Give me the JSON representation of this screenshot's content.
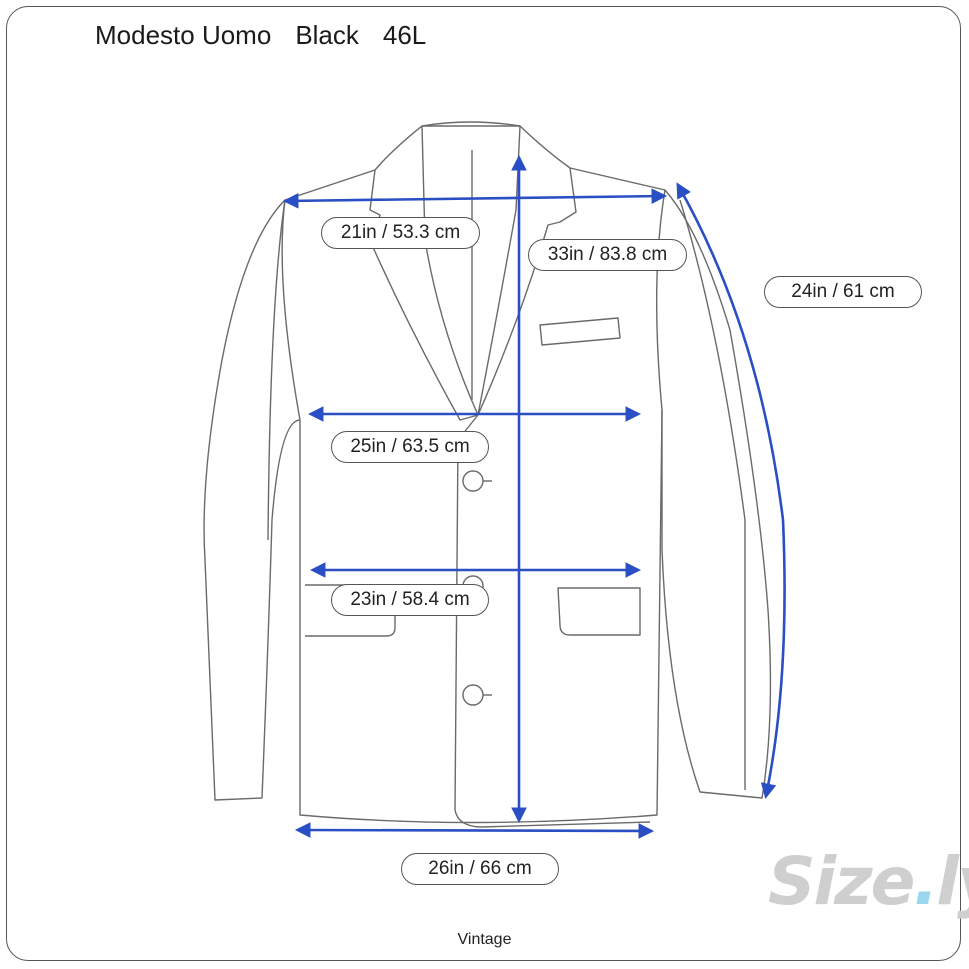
{
  "header": {
    "brand": "Modesto Uomo",
    "color": "Black",
    "size": "46L"
  },
  "measurements": {
    "shoulder": "21in / 53.3 cm",
    "length": "33in / 83.8 cm",
    "sleeve": "24in / 61 cm",
    "chest": "25in / 63.5 cm",
    "waist": "23in / 58.4 cm",
    "hem": "26in / 66 cm"
  },
  "footer": {
    "note": "Vintage"
  },
  "logo": {
    "text_main": "Size",
    "text_dot": ".",
    "text_end": "ly",
    "dot_color": "#9ad7ee"
  },
  "colors": {
    "arrow": "#2a4fc4",
    "outline": "#6a6a6a"
  }
}
